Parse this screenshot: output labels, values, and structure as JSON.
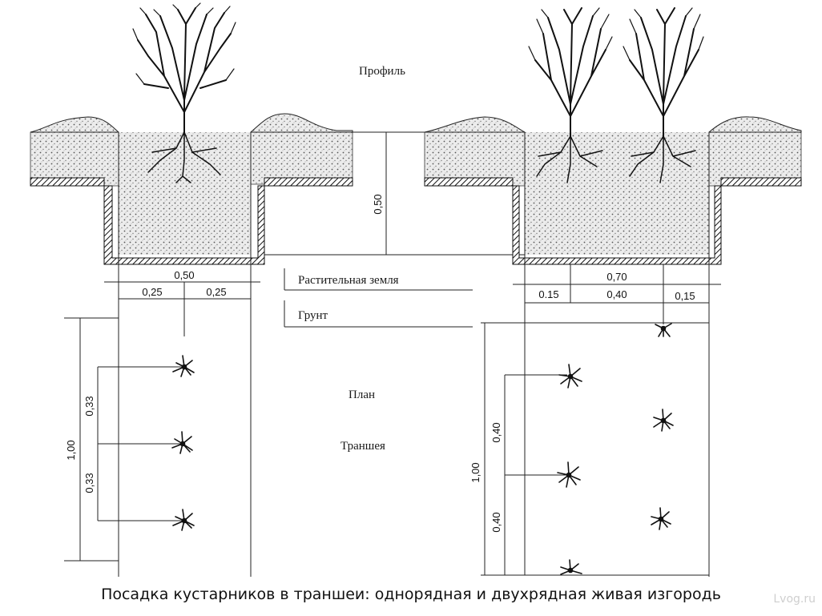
{
  "labels": {
    "profile": "Профиль",
    "topsoil": "Растительная земля",
    "subsoil": "Грунт",
    "plan": "План",
    "trench": "Траншея"
  },
  "left_dims": {
    "width_total": "0,50",
    "half_left": "0,25",
    "half_right": "0,25",
    "depth": "0,50",
    "length": "1,00",
    "spacing_1": "0,33",
    "spacing_2": "0,33"
  },
  "right_dims": {
    "width_total": "0,70",
    "edge_left": "0.15",
    "rows_gap": "0,40",
    "edge_right": "0,15",
    "length": "1,00",
    "spacing_1": "0,40",
    "spacing_2": "0,40"
  },
  "caption": "Посадка кустарников в траншеи: однорядная и двухрядная живая изгородь",
  "watermark": "Lvog.ru",
  "colors": {
    "ink": "#111111",
    "soil": "#d9d9d9",
    "background": "#ffffff"
  }
}
